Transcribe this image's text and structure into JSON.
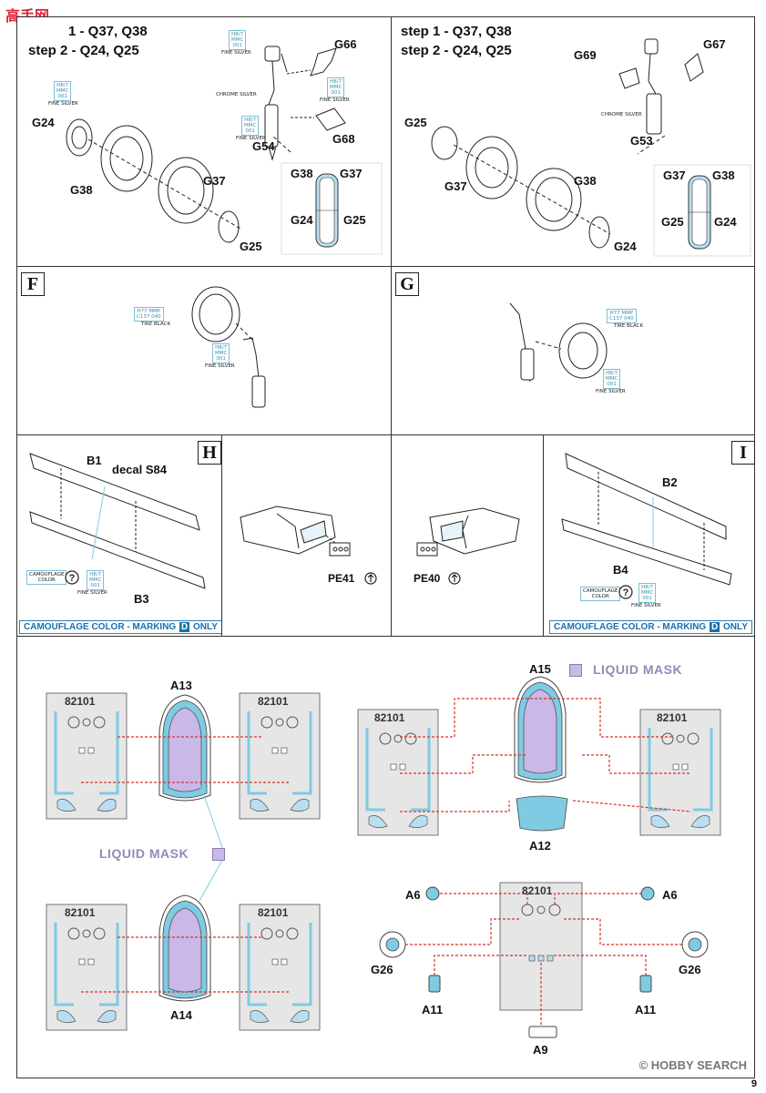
{
  "watermark": {
    "logo": "高手网",
    "site": "HOBBY SEARCH",
    "site_prefix": "© "
  },
  "colors": {
    "cyan": "#7fcbe3",
    "purple": "#c9b8e8",
    "red": "#d9312b",
    "border": "#333333"
  },
  "top_left": {
    "step1": "1 - Q37, Q38",
    "step2": "step 2 - Q24, Q25",
    "parts": [
      "G66",
      "G54",
      "G68",
      "G24",
      "G38",
      "G37",
      "G25"
    ],
    "detail": {
      "tl": "G38",
      "tr": "G37",
      "bl": "G24",
      "br": "G25"
    },
    "colors": [
      {
        "code": "H8/7\nMMC\n001",
        "name": "FINE SILVER"
      },
      {
        "code": "H8/7\nMMC\n001",
        "name": "FINE SILVER"
      },
      {
        "code": "H8/7\nMMC\n001",
        "name": "FINE SILVER"
      },
      {
        "code": "H8/7\nMMC\n001",
        "name": "FINE SILVER"
      }
    ],
    "chrome": "CHROME SILVER"
  },
  "top_right": {
    "step1": "step 1 - Q37, Q38",
    "step2": "step 2 - Q24, Q25",
    "parts": [
      "G69",
      "G67",
      "G53",
      "G25",
      "G37",
      "G38",
      "G24"
    ],
    "detail": {
      "tl": "G37",
      "tr": "G38",
      "bl": "G25",
      "br": "G24"
    },
    "chrome": "CHROME SILVER"
  },
  "panel_f": {
    "letter": "F",
    "tire_code": "H77 MMP\nC137 040",
    "tire_name": "TIRE BLACK",
    "silver_code": "H8/7\nMMC\n001",
    "silver_name": "FINE SILVER"
  },
  "panel_g": {
    "letter": "G",
    "tire_code": "H77 MMP\nC137 040",
    "tire_name": "TIRE BLACK",
    "silver_code": "H8/7\nMMC\n001",
    "silver_name": "FINE SILVER"
  },
  "panel_h": {
    "letter": "H",
    "b1": "B1",
    "decal": "decal S84",
    "b3": "B3",
    "camo_label": "CAMOUFLAGE\nCOLOR",
    "silver_code": "H8/7\nMMC\n001",
    "silver_name": "FINE SILVER",
    "camo_bar_pre": "CAMOUFLAGE COLOR - MARKING",
    "camo_bar_d": "D",
    "camo_bar_post": "ONLY"
  },
  "panel_h2": {
    "pe": "PE41"
  },
  "panel_i2": {
    "pe": "PE40"
  },
  "panel_i": {
    "letter": "I",
    "b2": "B2",
    "b4": "B4",
    "camo_label": "CAMOUFLAGE\nCOLOR",
    "silver_code": "H8/7\nMMC\n001",
    "silver_name": "FINE SILVER",
    "camo_bar_pre": "CAMOUFLAGE COLOR - MARKING",
    "camo_bar_d": "D",
    "camo_bar_post": "ONLY"
  },
  "mask": {
    "sheet_number": "82101",
    "liquid_mask": "LIQUID MASK",
    "a13": "A13",
    "a14": "A14",
    "a15": "A15",
    "a12": "A12",
    "a6_left": "A6",
    "a6_right": "A6",
    "g26_left": "G26",
    "g26_right": "G26",
    "a11_left": "A11",
    "a11_right": "A11",
    "a9": "A9"
  },
  "page_corner": "9"
}
